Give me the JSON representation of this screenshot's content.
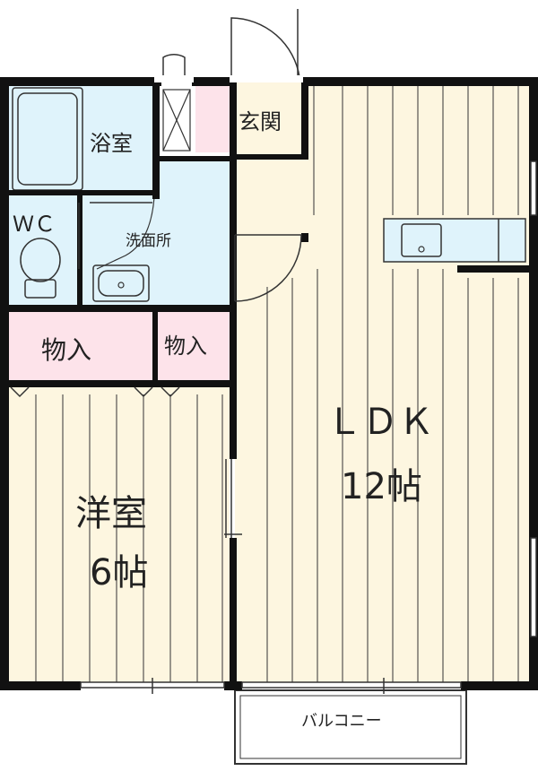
{
  "floor_plan": {
    "rooms": {
      "bath": "浴室",
      "entrance": "玄関",
      "wc": "ＷＣ",
      "washroom": "洗面所",
      "storage_left": "物入",
      "storage_right": "物入",
      "western_room_name": "洋室",
      "western_room_size": "6帖",
      "ldk_name": "ＬＤＫ",
      "ldk_size": "12帖",
      "balcony": "バルコニー"
    },
    "colors": {
      "wall": "#111111",
      "wood_floor": "#fdf6e0",
      "wood_lines": "#333333",
      "wet_area": "#dff3fb",
      "storage": "#fde3ea",
      "entrance_floor": "#fdf6e0",
      "balcony": "#ffffff"
    }
  }
}
